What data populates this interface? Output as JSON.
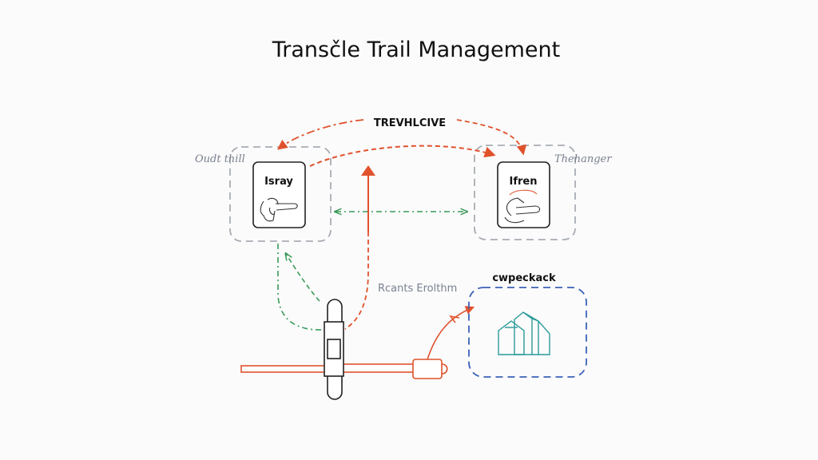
{
  "title": "Transčle Trail Management",
  "colors": {
    "accent_red": "#e0522c",
    "green": "#3a9a5a",
    "blue": "#3b62b8",
    "teal": "#2c9a9a",
    "grey": "#a8adb5",
    "dark": "#222222"
  },
  "nodes": {
    "left": {
      "group_label": "Oudt thill",
      "card_title": "Isray",
      "icon": "hand-pointer-icon"
    },
    "right": {
      "group_label": "Thehanger",
      "card_title": "Ifren",
      "icon": "hand-pointer-icon"
    },
    "pack": {
      "group_label": "cwpeckack",
      "icon": "package-box-icon"
    }
  },
  "labels": {
    "top_link": "TREVHLCIVE",
    "mid_label": "Rcants Erolthm"
  },
  "device": {
    "icon": "valve-slider-icon"
  }
}
